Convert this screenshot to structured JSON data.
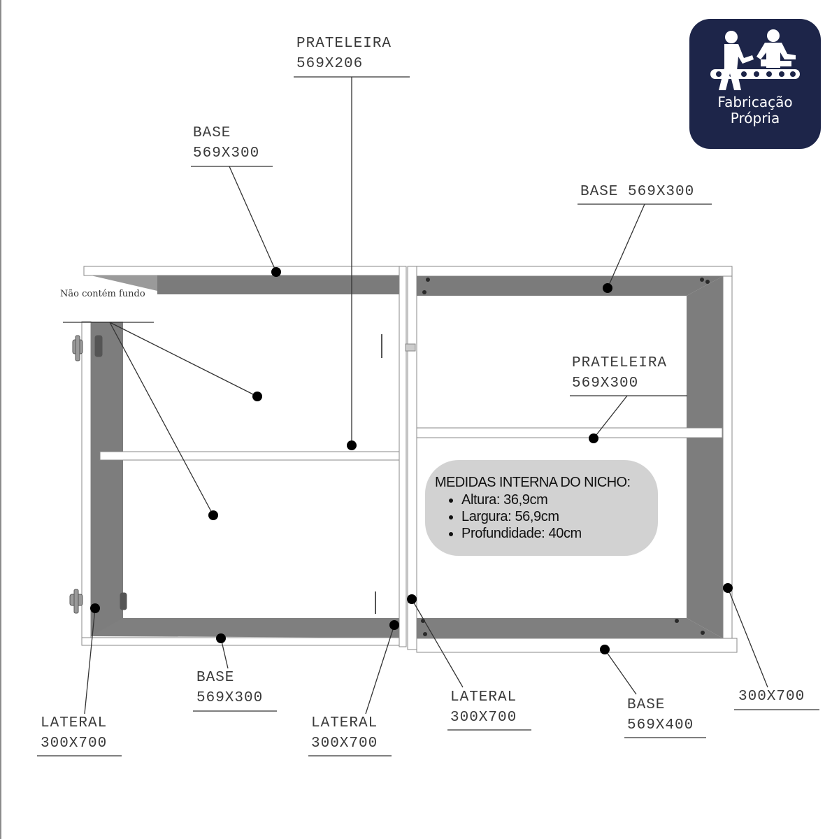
{
  "badge": {
    "line1": "Fabricação",
    "line2": "Própria",
    "icon": "factory-workers-icon",
    "bg_color": "#1d2549"
  },
  "note": {
    "no_back": "Não contém fundo"
  },
  "labels": {
    "prateleira_top": {
      "l1": "PRATELEIRA",
      "l2": "569X206"
    },
    "base_left_top": {
      "l1": "BASE",
      "l2": "569X300"
    },
    "base_right_top": {
      "l1": "BASE 569X300"
    },
    "prateleira_right": {
      "l1": "PRATELEIRA",
      "l2": "569X300"
    },
    "base_left_bottom": {
      "l1": "BASE",
      "l2": "569X300"
    },
    "lateral_left": {
      "l1": "LATERAL",
      "l2": "300X700"
    },
    "lateral_mid_left": {
      "l1": "LATERAL",
      "l2": "300X700"
    },
    "lateral_mid_right": {
      "l1": "LATERAL",
      "l2": "300X700"
    },
    "base_right_bottom": {
      "l1": "BASE",
      "l2": "569X400"
    },
    "side_right": {
      "l1": "300X700"
    }
  },
  "info": {
    "title": "MEDIDAS INTERNA DO NICHO:",
    "items": [
      "Altura: 36,9cm",
      "Largura: 56,9cm",
      "Profundidade: 40cm"
    ]
  }
}
